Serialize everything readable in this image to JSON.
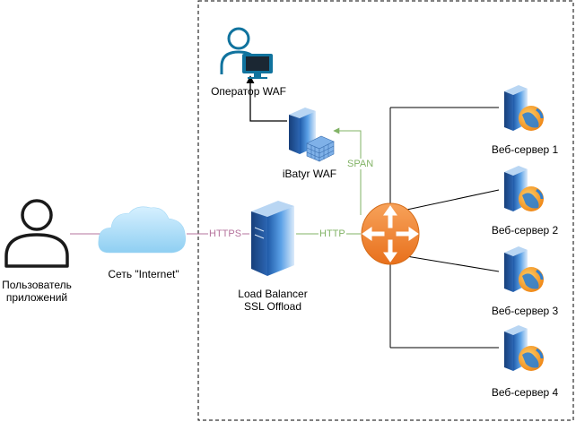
{
  "nodes": {
    "user": {
      "label_line1": "Пользователь",
      "label_line2": "приложений"
    },
    "internet": {
      "label": "Сеть \"Internet\""
    },
    "load_balancer": {
      "label_line1": "Load Balancer",
      "label_line2": "SSL Offload"
    },
    "operator": {
      "label": "Оператор WAF"
    },
    "waf": {
      "label": "iBatyr WAF"
    },
    "servers": [
      {
        "label": "Веб-сервер 1"
      },
      {
        "label": "Веб-сервер 2"
      },
      {
        "label": "Веб-сервер 3"
      },
      {
        "label": "Веб-сервер 4"
      }
    ]
  },
  "connections": {
    "https": "HTTPS",
    "http": "HTTP",
    "span": "SPAN"
  },
  "colors": {
    "https_line": "#b5739d",
    "http_line": "#82b366",
    "person": "#1a1a1a",
    "operator_accent": "#10739e",
    "router": "#f07e28",
    "server": "#2f6fb5"
  }
}
